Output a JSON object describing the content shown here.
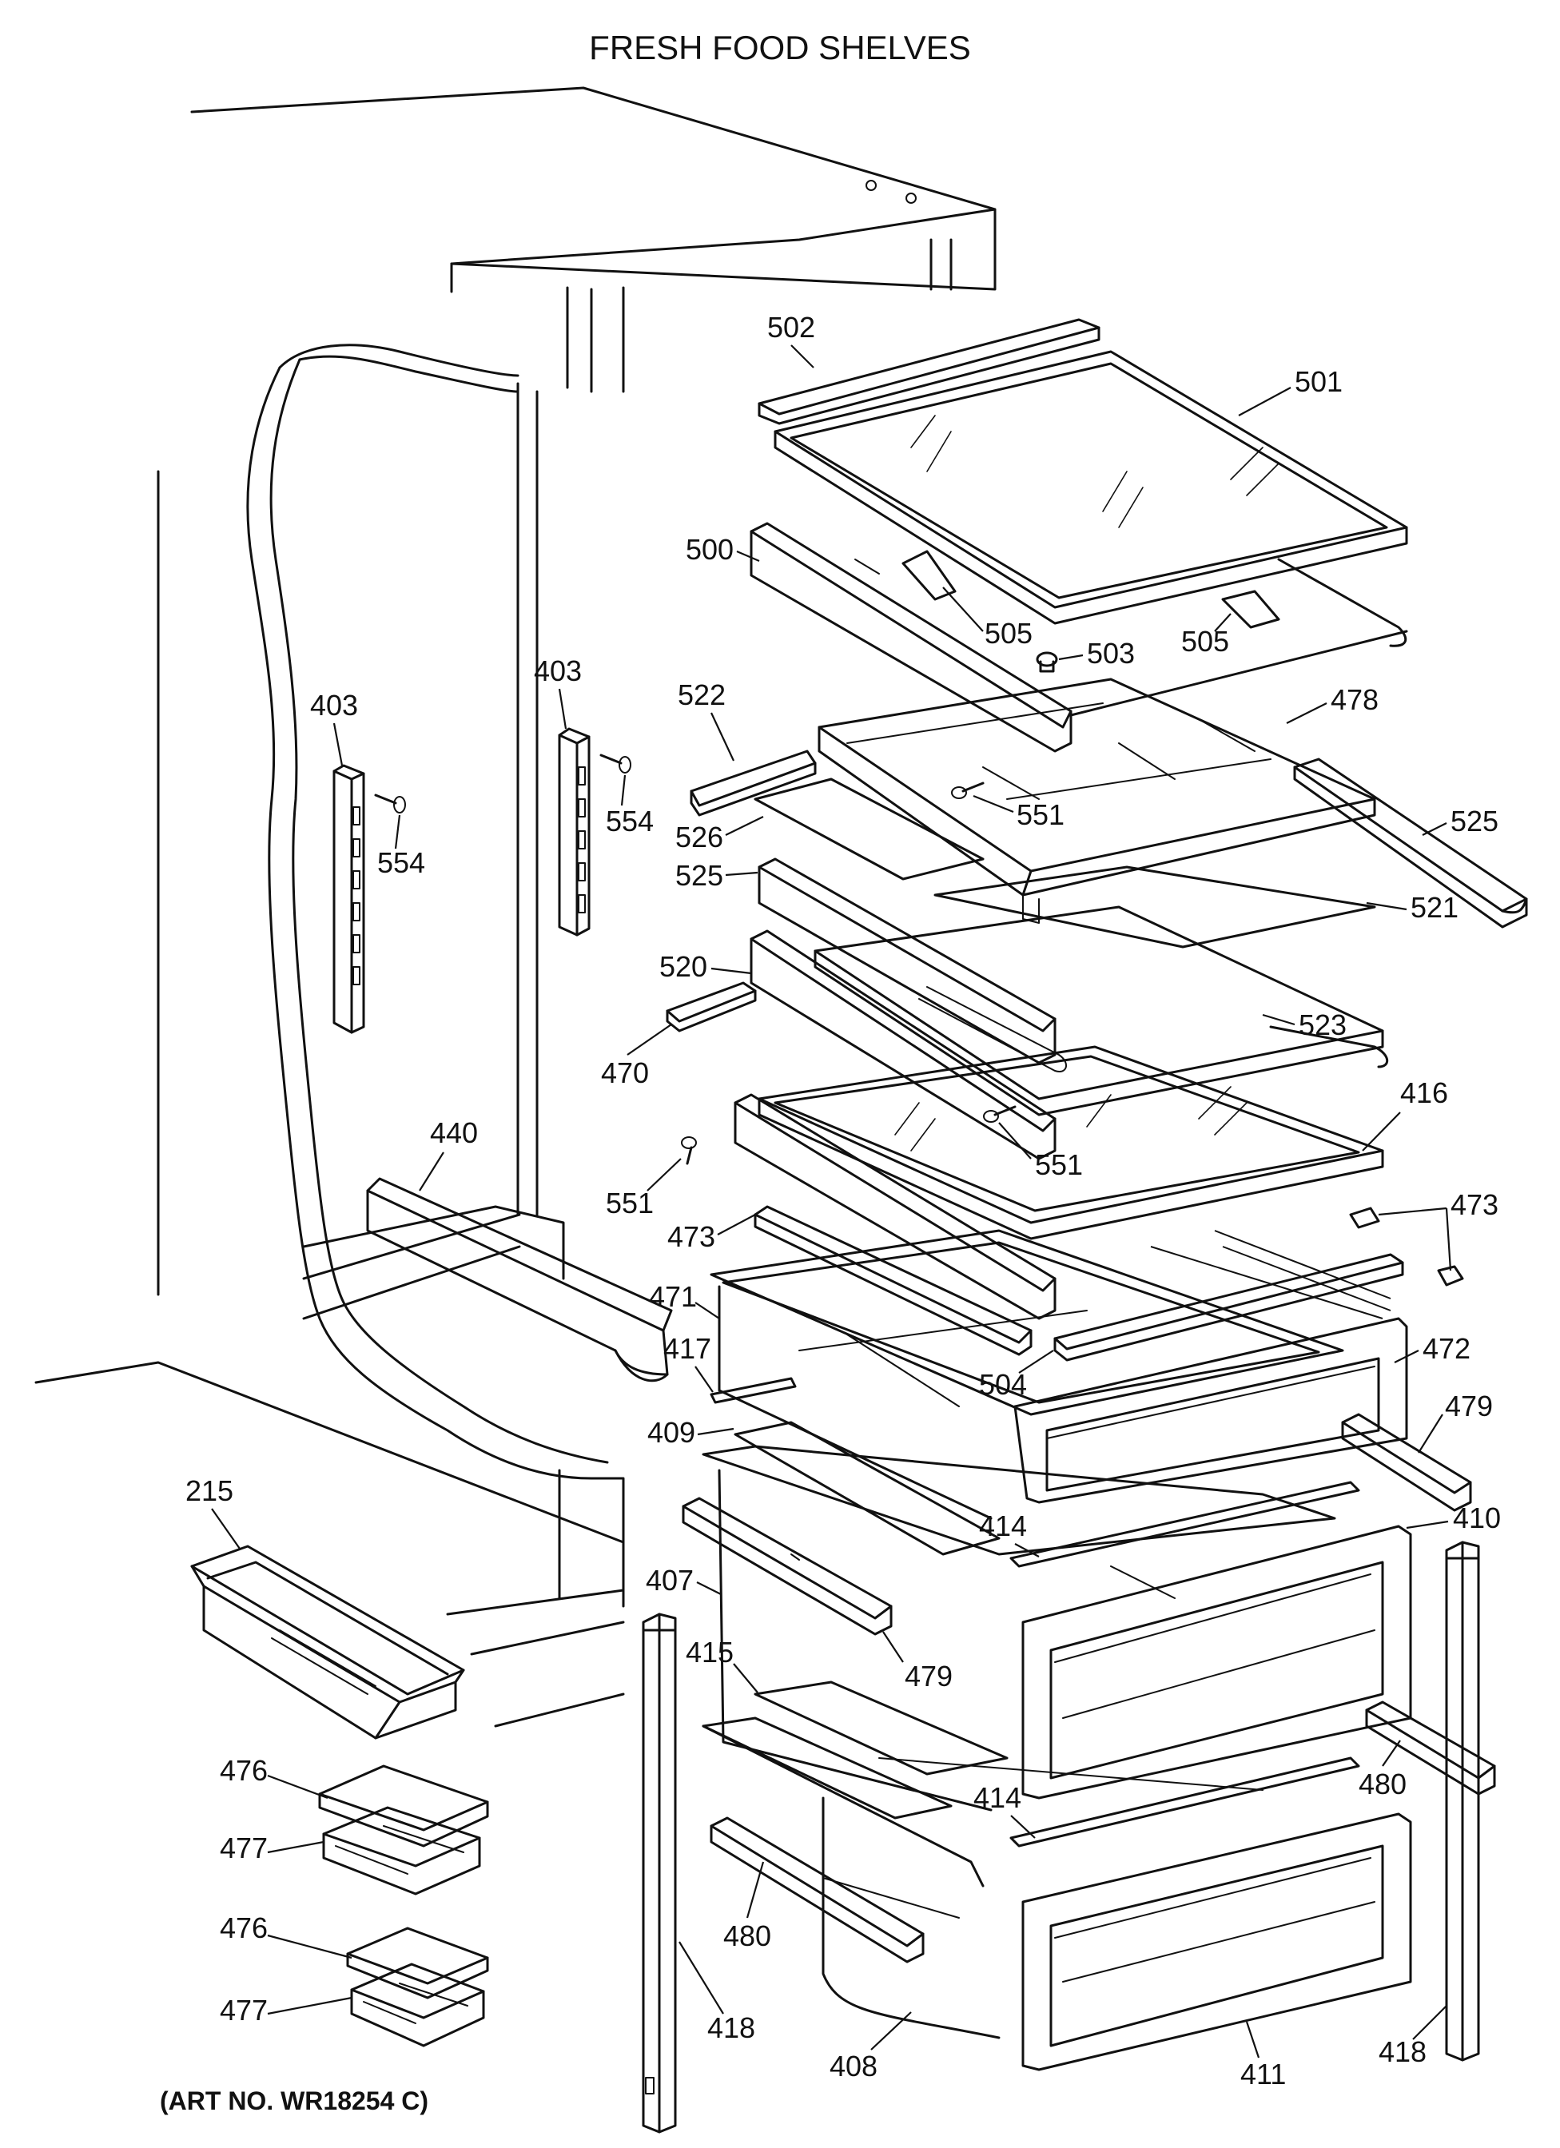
{
  "title": "FRESH FOOD SHELVES",
  "art_number": "(ART NO. WR18254 C)",
  "labels": [
    {
      "id": "p502a",
      "text": "502"
    },
    {
      "id": "p501a",
      "text": "501"
    },
    {
      "id": "p500a",
      "text": "500"
    },
    {
      "id": "p505a",
      "text": "505"
    },
    {
      "id": "p505b",
      "text": "505"
    },
    {
      "id": "p503a",
      "text": "503"
    },
    {
      "id": "p403a",
      "text": "403"
    },
    {
      "id": "p403b",
      "text": "403"
    },
    {
      "id": "p554a",
      "text": "554"
    },
    {
      "id": "p554b",
      "text": "554"
    },
    {
      "id": "p522a",
      "text": "522"
    },
    {
      "id": "p478a",
      "text": "478"
    },
    {
      "id": "p551a",
      "text": "551"
    },
    {
      "id": "p526a",
      "text": "526"
    },
    {
      "id": "p525a",
      "text": "525"
    },
    {
      "id": "p525b",
      "text": "525"
    },
    {
      "id": "p521a",
      "text": "521"
    },
    {
      "id": "p520a",
      "text": "520"
    },
    {
      "id": "p523a",
      "text": "523"
    },
    {
      "id": "p470a",
      "text": "470"
    },
    {
      "id": "p416a",
      "text": "416"
    },
    {
      "id": "p440a",
      "text": "440"
    },
    {
      "id": "p551b",
      "text": "551"
    },
    {
      "id": "p551c",
      "text": "551"
    },
    {
      "id": "p473a",
      "text": "473"
    },
    {
      "id": "p473b",
      "text": "473"
    },
    {
      "id": "p471a",
      "text": "471"
    },
    {
      "id": "p417a",
      "text": "417"
    },
    {
      "id": "p504a",
      "text": "504"
    },
    {
      "id": "p472a",
      "text": "472"
    },
    {
      "id": "p409a",
      "text": "409"
    },
    {
      "id": "p479a",
      "text": "479"
    },
    {
      "id": "p215a",
      "text": "215"
    },
    {
      "id": "p414a",
      "text": "414"
    },
    {
      "id": "p410a",
      "text": "410"
    },
    {
      "id": "p407a",
      "text": "407"
    },
    {
      "id": "p479b",
      "text": "479"
    },
    {
      "id": "p415a",
      "text": "415"
    },
    {
      "id": "p480a",
      "text": "480"
    },
    {
      "id": "p476a",
      "text": "476"
    },
    {
      "id": "p477a",
      "text": "477"
    },
    {
      "id": "p414b",
      "text": "414"
    },
    {
      "id": "p480b",
      "text": "480"
    },
    {
      "id": "p476b",
      "text": "476"
    },
    {
      "id": "p477b",
      "text": "477"
    },
    {
      "id": "p418a",
      "text": "418"
    },
    {
      "id": "p408a",
      "text": "408"
    },
    {
      "id": "p411a",
      "text": "411"
    },
    {
      "id": "p418b",
      "text": "418"
    }
  ]
}
